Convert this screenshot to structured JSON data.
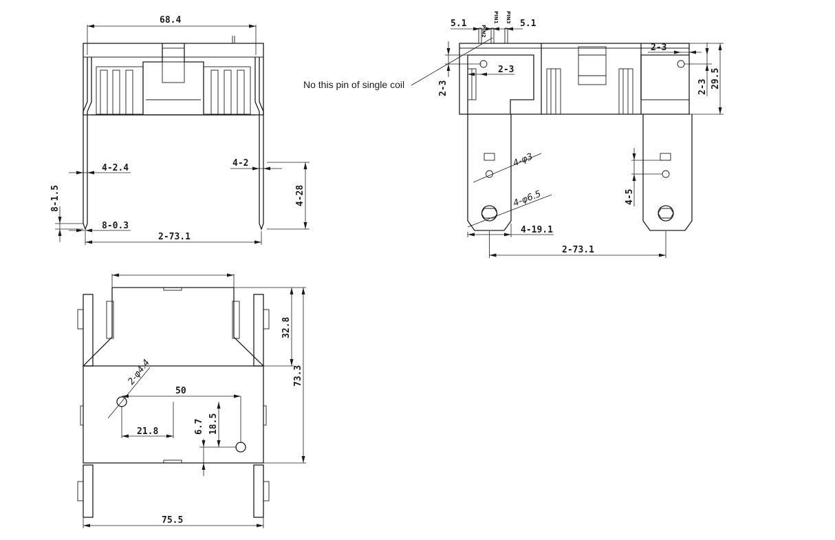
{
  "front_view": {
    "width": "68.4",
    "hole_dia": "4-2.4",
    "pin_width": "4-2",
    "pin_length": "4-28",
    "thickness_left": "8-1.5",
    "tab_thickness": "8-0.3",
    "pitch": "2-73.1"
  },
  "side_view": {
    "pin2_label": "PIN2",
    "pin1_label": "PIN1",
    "pin3_label": "PIN3",
    "pin_spacing_left": "5.1",
    "pin_spacing_right": "5.1",
    "note": "No this pin of single coil",
    "hole_offset_top_left": "2-3",
    "hole_offset_left_vert": "2-3",
    "hole_offset_top_right": "2-3",
    "hole_offset_right_vert": "2-3",
    "height": "29.5",
    "small_hole": "4-φ3",
    "large_hole": "4-φ6.5",
    "terminal_width": "4-19.1",
    "terminal_pitch": "2-73.1",
    "slot_offset": "4-5"
  },
  "bottom_view": {
    "mount_hole": "2-φ4.4",
    "hole_spacing_x": "50",
    "offset_x": "21.8",
    "offset_y_small": "6.7",
    "offset_y": "18.5",
    "depth_partial": "32.8",
    "depth_total": "73.3",
    "total_width": "75.5"
  }
}
